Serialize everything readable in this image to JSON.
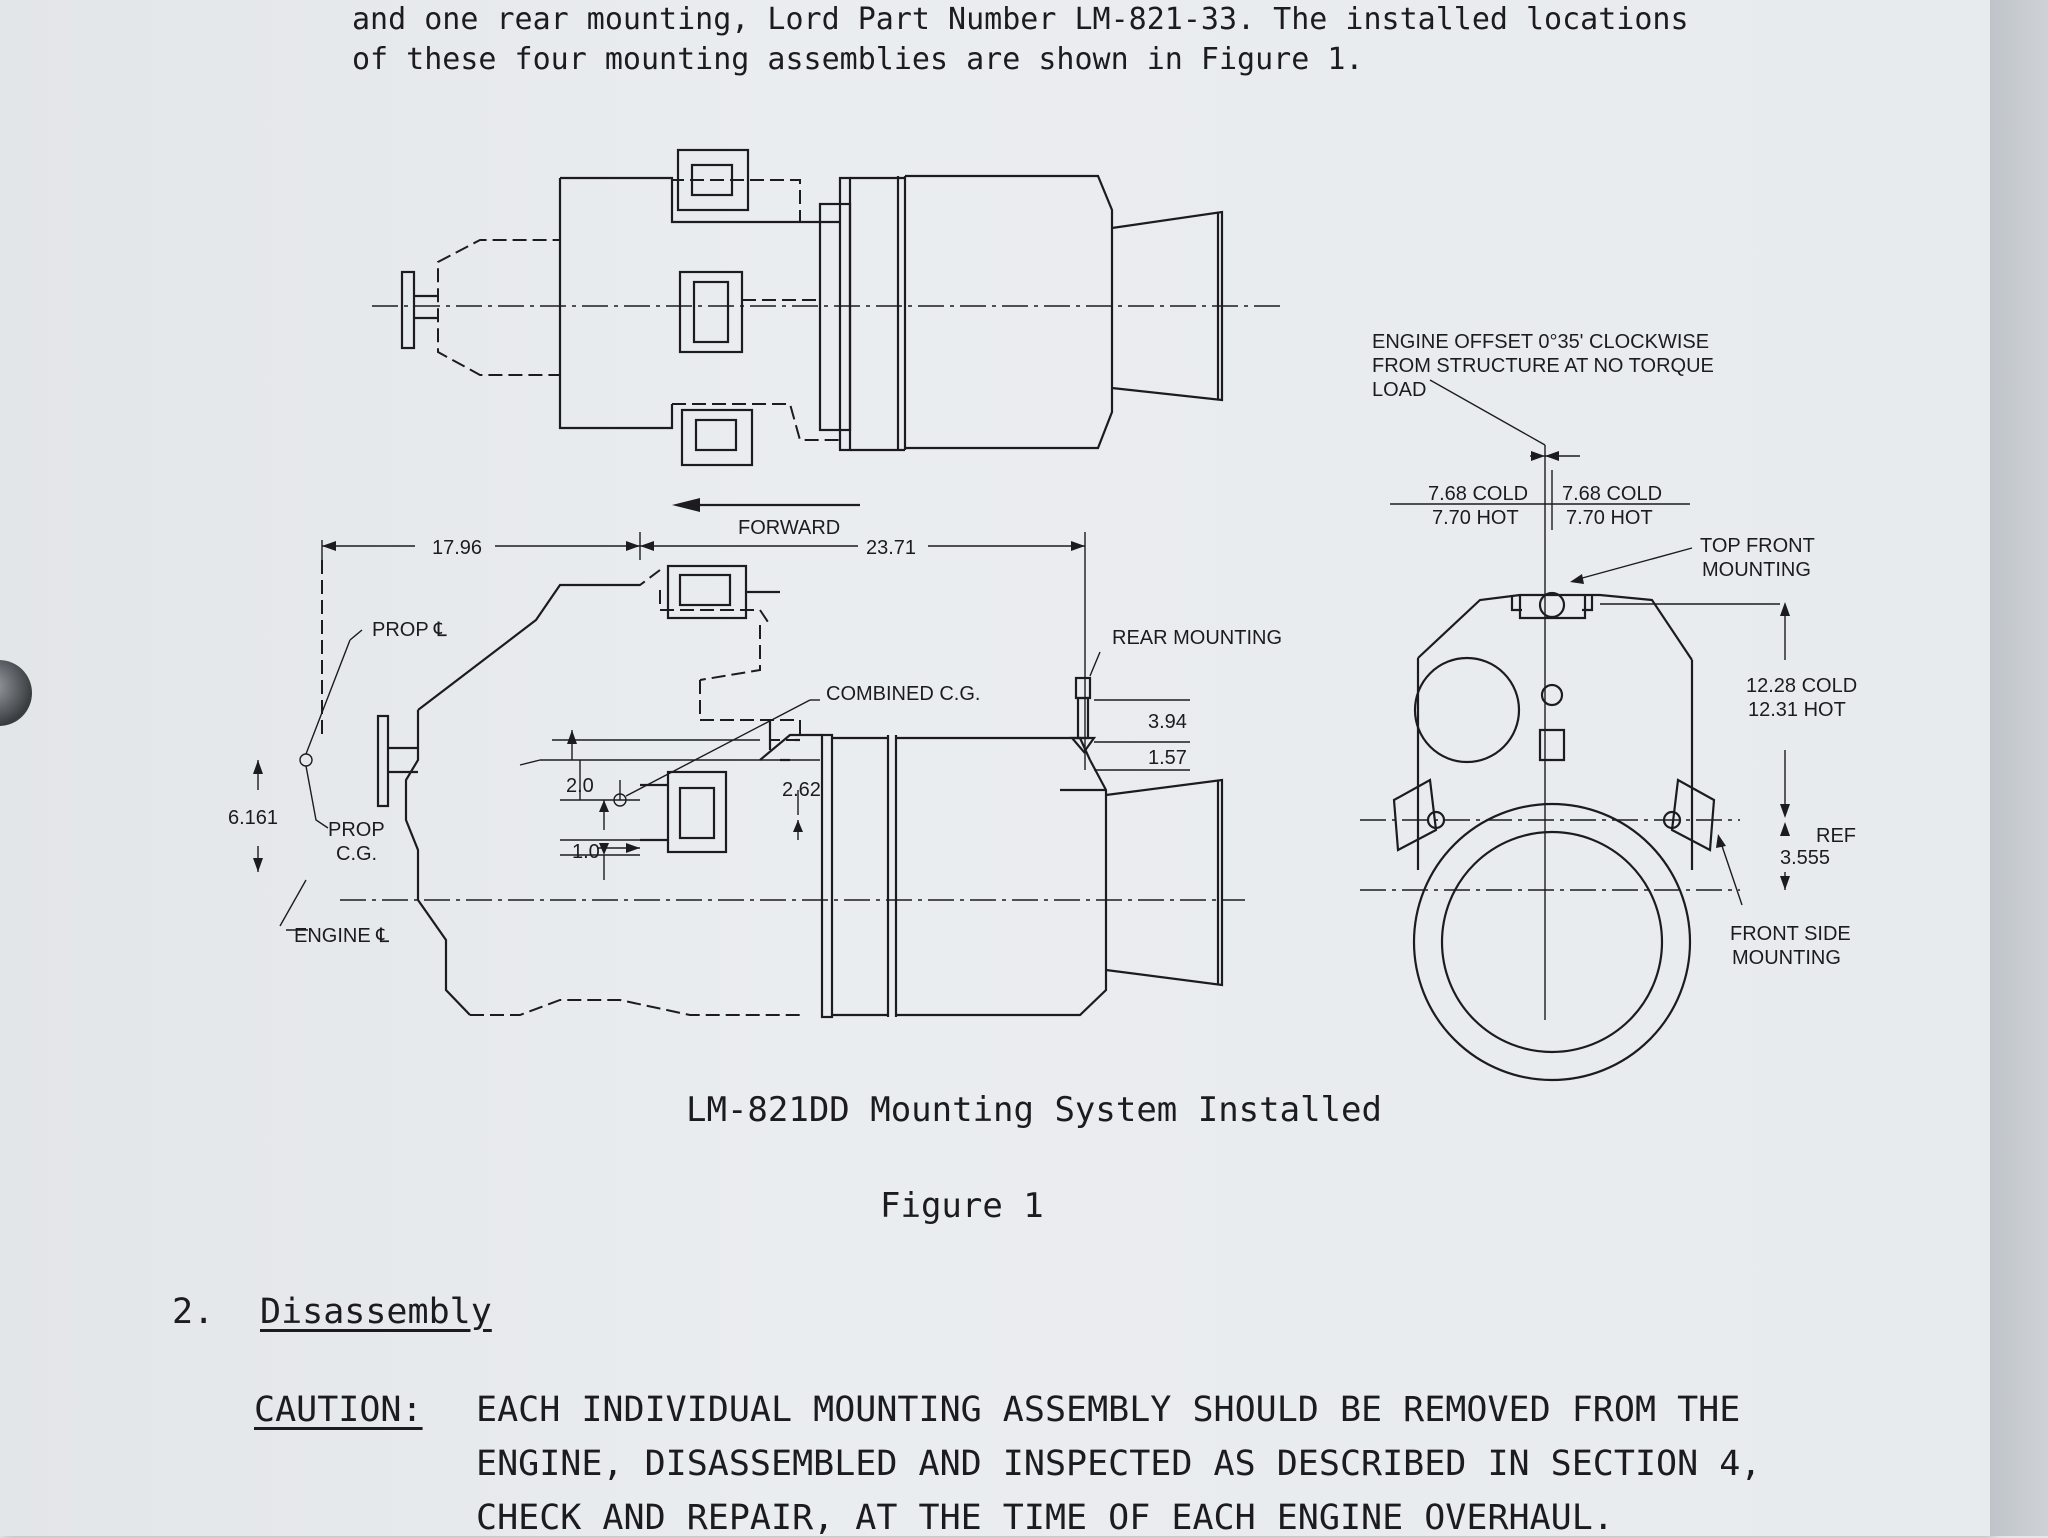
{
  "intro": {
    "line1": "and one rear mounting, Lord Part Number LM-821-33.  The installed locations",
    "line2": "of these four mounting assemblies are shown in Figure 1."
  },
  "figure": {
    "side_view": {
      "forward_label": "FORWARD",
      "dim_17_96": "17.96",
      "dim_23_71": "23.71",
      "prop_cl": "PROP ℄",
      "prop_cg_line1": "PROP",
      "prop_cg_line2": "C.G.",
      "engine_cl": "ENGINE ℄",
      "dim_6_161": "6.161",
      "dim_2_0": "2.0",
      "dim_1_0": "1.0",
      "dim_2_62": "2.62",
      "combined_cg": "COMBINED C.G.",
      "rear_mounting": "REAR MOUNTING",
      "dim_3_94": "3.94",
      "dim_1_57": "1.57"
    },
    "end_view": {
      "offset_line1": "ENGINE OFFSET 0°35' CLOCKWISE",
      "offset_line2": "FROM STRUCTURE AT NO TORQUE",
      "offset_line3": "LOAD",
      "left_cold": "7.68 COLD",
      "left_hot": "7.70 HOT",
      "right_cold": "7.68 COLD",
      "right_hot": "7.70 HOT",
      "top_front_line1": "TOP FRONT",
      "top_front_line2": "MOUNTING",
      "height_cold": "12.28 COLD",
      "height_hot": "12.31 HOT",
      "ref_label": "REF",
      "ref_value": "3.555",
      "front_side_line1": "FRONT SIDE",
      "front_side_line2": "MOUNTING"
    },
    "caption_title": "LM-821DD Mounting System Installed",
    "caption_number": "Figure 1"
  },
  "section": {
    "number": "2.",
    "title": "Disassembly"
  },
  "caution": {
    "label": "CAUTION:",
    "line1": "EACH INDIVIDUAL MOUNTING ASSEMBLY SHOULD BE REMOVED FROM THE",
    "line2": "ENGINE, DISASSEMBLED AND INSPECTED AS DESCRIBED IN SECTION 4,",
    "line3": "CHECK AND REPAIR, AT THE TIME OF EACH ENGINE OVERHAUL."
  }
}
